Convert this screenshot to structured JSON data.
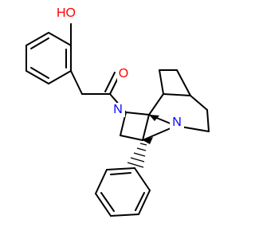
{
  "atoms": {
    "hydroxyl": "HO",
    "carbonyl_oxygen": "O",
    "amide_nitrogen": "N",
    "bridgehead_nitrogen": "N"
  },
  "colors": {
    "oxygen": "#ff0000",
    "nitrogen": "#0000ff",
    "bond": "#000000"
  }
}
